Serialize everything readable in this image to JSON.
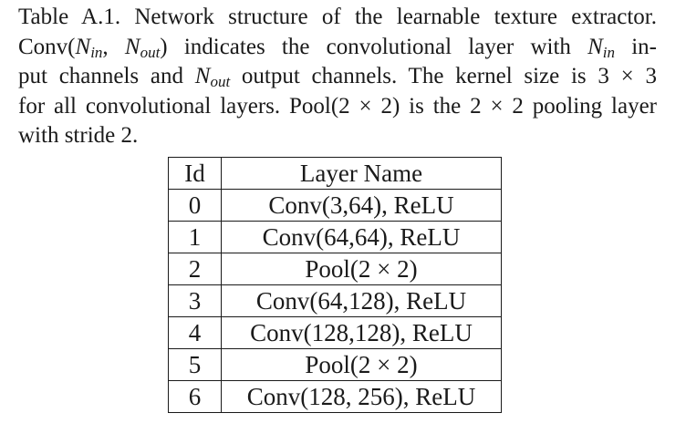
{
  "caption": {
    "line1": "Table A.1. Network structure of the learnable texture extractor.",
    "l2_a": "Conv(",
    "l2_n": "N",
    "l2_in": "in",
    "l2_comma": ", ",
    "l2_n2": "N",
    "l2_out": "out",
    "l2_b": ") indicates the convolutional layer with ",
    "l2_n3": "N",
    "l2_in2": "in",
    "l2_c": " in-",
    "l3_a": "put channels and ",
    "l3_n": "N",
    "l3_out": "out",
    "l3_b": " output channels. The kernel size is 3 × 3",
    "line4": "for all convolutional layers. Pool(2 × 2) is the 2 × 2 pooling layer",
    "line5": "with stride 2."
  },
  "table": {
    "headers": [
      "Id",
      "Layer Name"
    ],
    "rows": [
      [
        "0",
        "Conv(3,64), ReLU"
      ],
      [
        "1",
        "Conv(64,64), ReLU"
      ],
      [
        "2",
        "Pool(2 × 2)"
      ],
      [
        "3",
        "Conv(64,128), ReLU"
      ],
      [
        "4",
        "Conv(128,128), ReLU"
      ],
      [
        "5",
        "Pool(2 × 2)"
      ],
      [
        "6",
        "Conv(128, 256), ReLU"
      ]
    ]
  }
}
